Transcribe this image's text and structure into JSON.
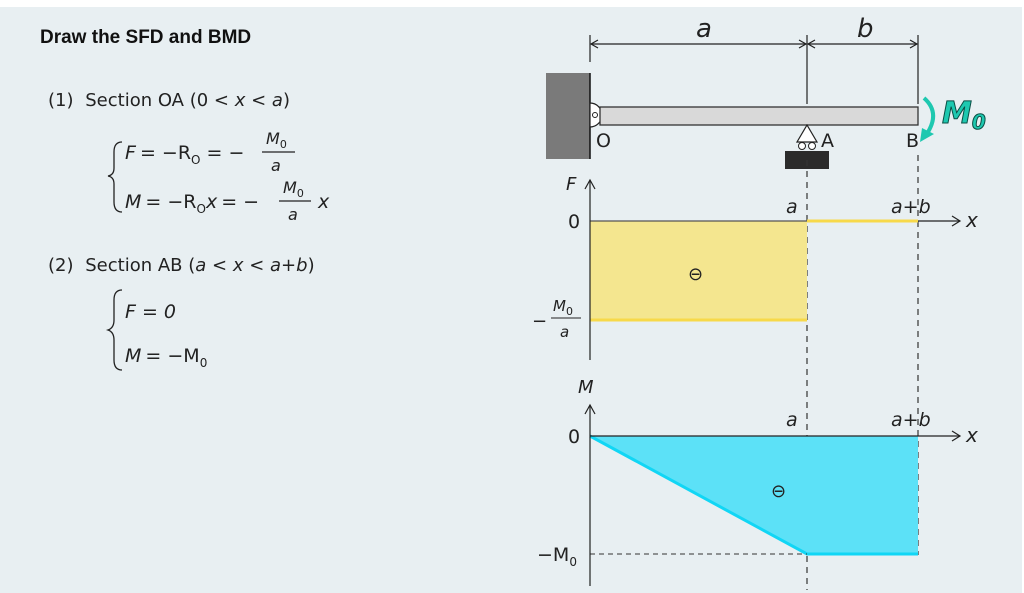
{
  "title": "Draw the SFD and BMD",
  "sections": [
    {
      "number": "(1)",
      "label": "Section OA",
      "range_open": "(0 < ",
      "range_var": "x",
      "range_mid": " < ",
      "range_end": "a",
      "range_close": ")",
      "equations": {
        "F": {
          "lhs": "F",
          "mid": "= −R",
          "sub": "O",
          "rhs": "= −",
          "num": "M",
          "num_sub": "0",
          "den": "a"
        },
        "M": {
          "lhs": "M",
          "mid": "= −R",
          "sub": "O",
          "x": "x",
          "rhs": "= −",
          "num": "M",
          "num_sub": "0",
          "den": "a",
          "tail": "x"
        }
      }
    },
    {
      "number": "(2)",
      "label": "Section AB",
      "range_open": "(",
      "range_a": "a",
      "range_mid": " < ",
      "range_var": "x",
      "range_mid2": " < ",
      "range_end": "a+b",
      "range_close": ")",
      "equations": {
        "F": {
          "text": "F = 0"
        },
        "M": {
          "lhs": "M",
          "mid": "= −M",
          "sub": "0"
        }
      }
    }
  ],
  "beam": {
    "dim_a": "a",
    "dim_b": "b",
    "point_O": "O",
    "point_A": "A",
    "point_B": "B",
    "moment_label": "M",
    "moment_sub": "0",
    "moment_color": "#1ec8b0"
  },
  "sfd": {
    "axis_y": "F",
    "axis_x": "x",
    "tick_zero": "0",
    "tick_a": "a",
    "tick_ab": "a+b",
    "min_num": "M",
    "min_sub": "0",
    "min_den": "a",
    "sign": "⊖",
    "fill_color": "#f4e68f",
    "line_color": "#f7d94a"
  },
  "bmd": {
    "axis_y": "M",
    "axis_x": "x",
    "tick_zero": "0",
    "tick_a": "a",
    "tick_ab": "a+b",
    "min_label": "−M",
    "min_sub": "0",
    "sign": "⊖",
    "fill_color": "#5ce1f7",
    "line_color": "#11d6f5"
  },
  "chart_data": [
    {
      "type": "area",
      "title": "Shear Force Diagram (SFD)",
      "xlabel": "x",
      "ylabel": "F",
      "x": [
        "0",
        "a",
        "a",
        "a+b"
      ],
      "values": [
        "-M0/a",
        "-M0/a",
        "0",
        "0"
      ],
      "tick_labels_x": [
        "a",
        "a+b"
      ],
      "tick_labels_y": [
        "0",
        "-M0/a"
      ]
    },
    {
      "type": "area",
      "title": "Bending Moment Diagram (BMD)",
      "xlabel": "x",
      "ylabel": "M",
      "x": [
        "0",
        "a",
        "a+b"
      ],
      "values": [
        "0",
        "-M0",
        "-M0"
      ],
      "tick_labels_x": [
        "a",
        "a+b"
      ],
      "tick_labels_y": [
        "0",
        "-M0"
      ]
    }
  ]
}
